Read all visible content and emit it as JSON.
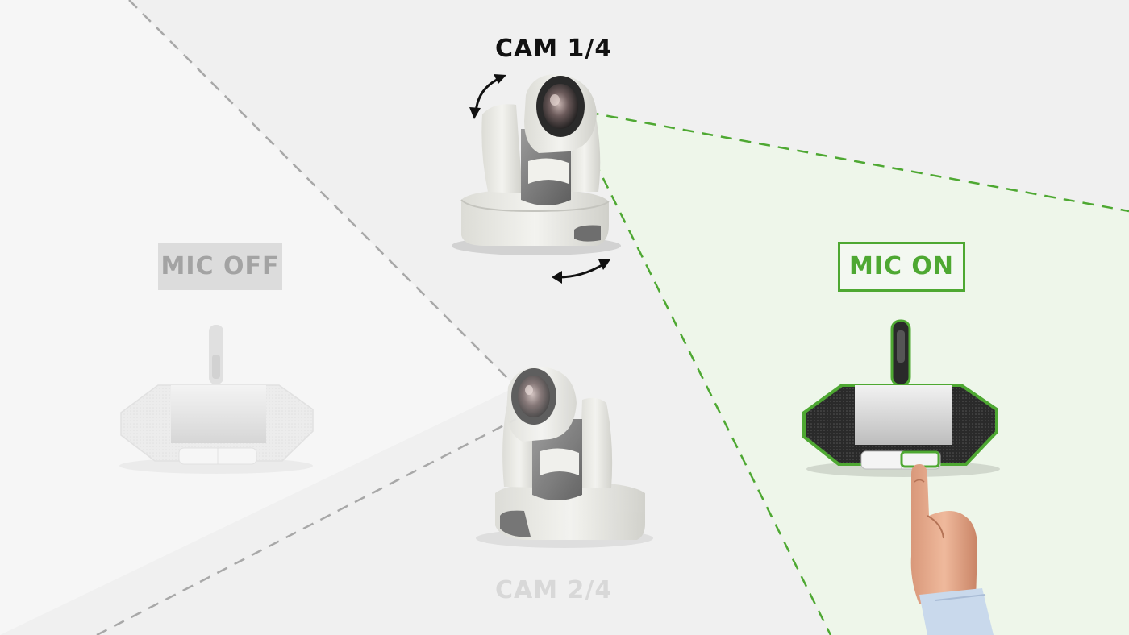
{
  "labels": {
    "cam1": "CAM 1/4",
    "cam2": "CAM 2/4",
    "mic_off": "MIC OFF",
    "mic_on": "MIC ON"
  },
  "colors": {
    "active_green": "#4ea832",
    "active_region": "#eef6ea",
    "inactive_gray": "#a3a3a3",
    "background": "#f0f0f0"
  },
  "states": {
    "cam1": "active",
    "cam2": "inactive",
    "mic_left": "off",
    "mic_right": "on"
  }
}
